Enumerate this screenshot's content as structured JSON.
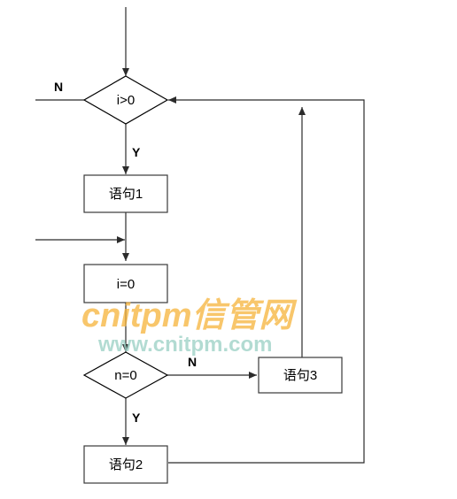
{
  "diagram": {
    "nodes": {
      "cond_i": "i>0",
      "stmt1": "语句1",
      "assign_i": "i=0",
      "cond_n": "n=0",
      "stmt3": "语句3",
      "stmt2": "语句2"
    },
    "edge_labels": {
      "cond_i_no": "N",
      "cond_i_yes": "Y",
      "cond_n_no": "N",
      "cond_n_yes": "Y"
    }
  },
  "watermark": {
    "brand": "cnitpm信管网",
    "url": "www.cnitpm.com"
  }
}
